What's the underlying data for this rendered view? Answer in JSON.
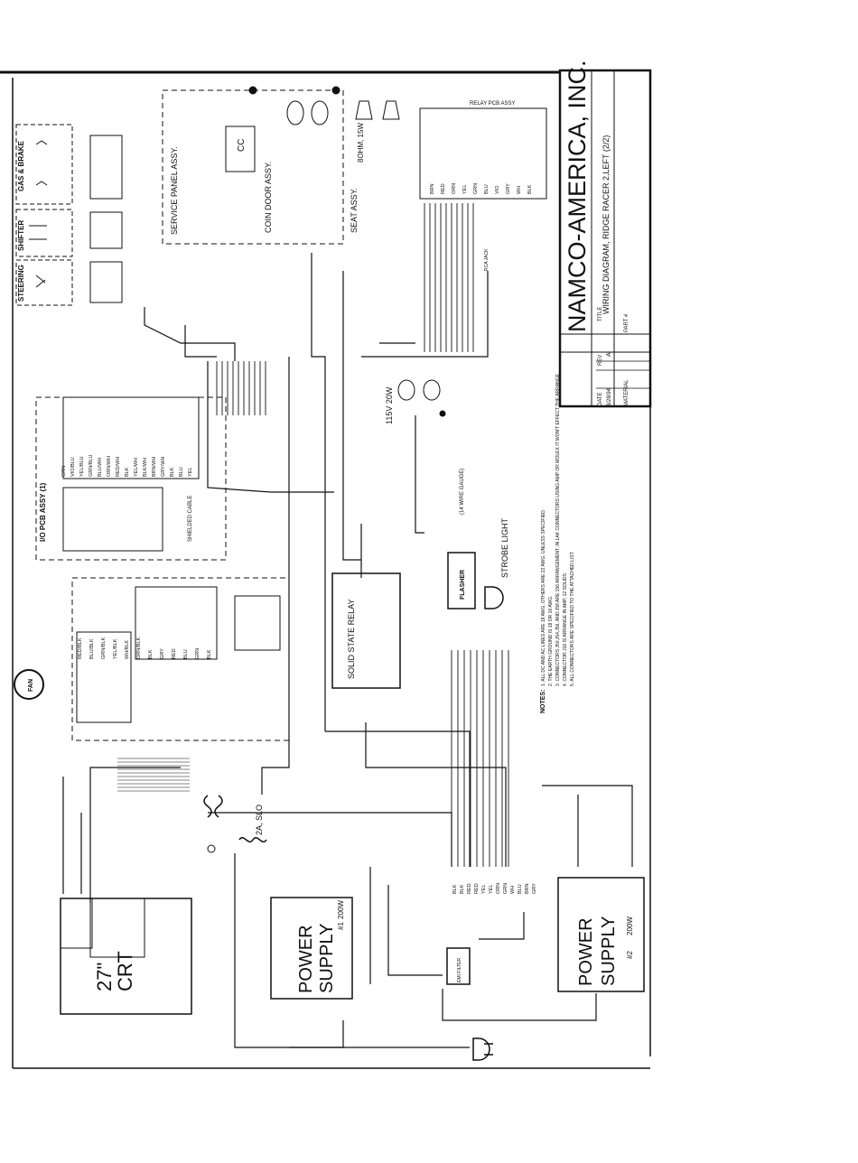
{
  "title_block": {
    "company": "NAMCO-AMERICA, INC.",
    "title_field_label": "TITLE",
    "title": "WIRING DIAGRAM, RIDGE RACER 2,LEFT (2/2)",
    "part_label": "PART #",
    "date_label": "DATE",
    "date": "3/28/94",
    "rev_label": "REV",
    "rev": "A",
    "material_label": "MATERIAL"
  },
  "assemblies": {
    "gas_brake": "GAS & BRAKE",
    "shifter": "SHIFTER",
    "steering": "STEERING",
    "service_panel": "SERVICE PANEL ASSY.",
    "cc": "CC",
    "coin_door": "COIN DOOR ASSY.",
    "seat": "SEAT ASSY.",
    "speaker": "8OHM, 15W",
    "relay_pcb": "RELAY PCB ASSY",
    "io_pcb": "I/O PCB ASSY (1)",
    "shielded_cable": "SHIELDED CABLE",
    "lamp": "115V 20W",
    "wire_gauge": "(14 WIRE GAUGE)",
    "ssr": "SOLID STATE RELAY",
    "strobe": "STROBE LIGHT",
    "flasher": "FLASHER",
    "fan": "FAN",
    "crt_size": "27\"",
    "crt": "CRT",
    "ps1_line1": "POWER",
    "ps1_line2": "SUPPLY",
    "ps1_num": "#1",
    "ps1_watt": "200W",
    "ps2_line1": "POWER",
    "ps2_line2": "SUPPLY",
    "ps2_num": "#2",
    "ps2_watt": "200W",
    "fuse": "2A, SLO",
    "emi_filter": "EMI FILTER",
    "rca_jack": "RCA JACK"
  },
  "notes": {
    "heading": "NOTES:",
    "lines": [
      "1. ALL DC AND AC LINES ARE 18 AWG, OTHERS ARE 22 AWG, UNLESS SPECIFIED.",
      "2. THE EARTH GROUND IS 18 OR 16 AWG.",
      "3. CONNECTORS J50,J54,J56, AND J58 ARE 156 ARRANGEMENT, IN LAK CONNECTORS USING AMP OR MOLEX IT WON'T EFFECT THE ARRANGE.",
      "4. CONNECTOR J16 IS ARRANGE IN AMP, 12 SOLIDS.",
      "5. ALL CONNECTORS ARE SPECIFIED TO THE ATTACHED LIST."
    ]
  },
  "connectors": {
    "io_top": [
      "GRN",
      "VIO/BLU",
      "YEL/BLU",
      "GRN/BLU",
      "BLU/WH",
      "ORN/WH",
      "RED/WH",
      "BLK",
      "YEL/WH",
      "BLK/WH",
      "BRN/WH",
      "GRY/WH",
      "BLK",
      "BLU",
      "YEL"
    ],
    "io_bottom": [
      "RED/BLK",
      "BLU/BLK",
      "GRN/BLK",
      "YEL/BLK",
      "WH/BLK",
      "ORN/BLK",
      "BLK",
      "GRY",
      "RED",
      "BLU",
      "GRN",
      "BLK"
    ],
    "relay_pins": [
      "BRN",
      "RED",
      "ORN",
      "YEL",
      "GRN",
      "BLU",
      "VIO",
      "GRY",
      "WH",
      "BLK"
    ],
    "psu_wires": [
      "BLK",
      "BLK",
      "RED",
      "RED",
      "YEL",
      "YEL",
      "ORN",
      "GRN",
      "WH",
      "BLU",
      "BRN",
      "GRY"
    ]
  }
}
